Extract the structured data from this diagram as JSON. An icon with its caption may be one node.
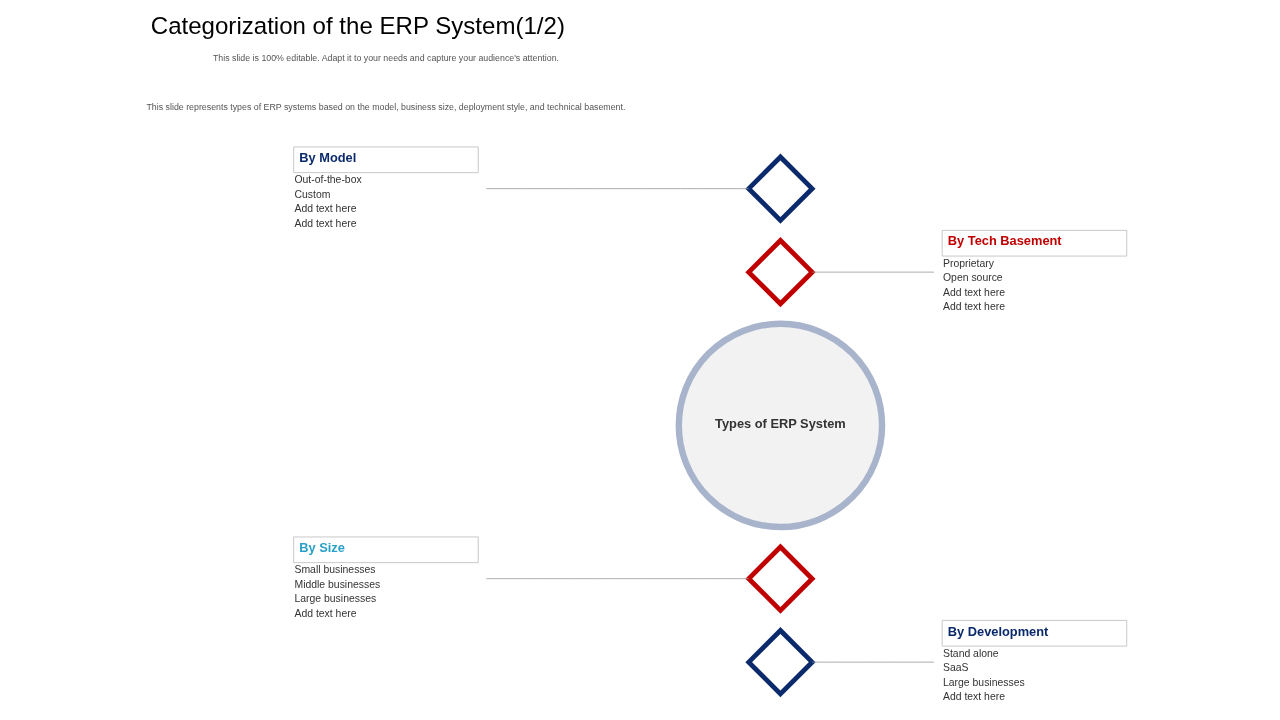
{
  "diagram": {
    "title": "Categorization of the ERP System(1/2)",
    "nodes": [
      {
        "text": [
          "Types of ERP System"
        ]
      },
      {
        "text": [
          "By Model"
        ],
        "beside": [
          "Out-of-the-box",
          "Custom",
          "Add text here",
          "Add text here"
        ]
      },
      {
        "text": [],
        "shape": "diamond"
      },
      {
        "text": [
          "By Tech Basement"
        ],
        "beside": [
          "Proprietary",
          "Open source",
          "Add text here",
          "Add text here"
        ]
      },
      {
        "text": [],
        "shape": "diamond"
      },
      {
        "text": [
          "By Size"
        ],
        "beside": [
          "Small businesses",
          "Middle businesses",
          "Large businesses",
          "Add text here"
        ]
      },
      {
        "text": [],
        "shape": "diamond"
      },
      {
        "text": [
          "By Development"
        ],
        "beside": [
          "Stand alone",
          "SaaS",
          "Large businesses",
          "Add text here"
        ]
      },
      {
        "text": [],
        "shape": "diamond"
      }
    ],
    "edges": [
      {
        "from": 1,
        "to": 2,
        "arrow": "none"
      },
      {
        "from": 4,
        "to": 3,
        "arrow": "none"
      },
      {
        "from": 5,
        "to": 6,
        "arrow": "none"
      },
      {
        "from": 8,
        "to": 7,
        "arrow": "none"
      }
    ],
    "labels": [
      "This slide represents types of ERP systems based on the model, business size, deployment style, and technical basement.",
      "This slide is 100% editable. Adapt it to your needs and capture your audience's attention."
    ]
  }
}
